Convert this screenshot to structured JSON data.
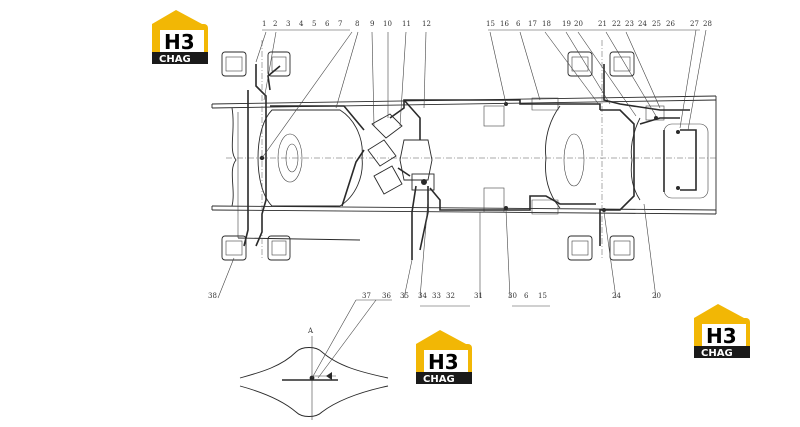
{
  "logos": [
    {
      "id": "logo-top-left",
      "main": "H3",
      "sub": "CHAG"
    },
    {
      "id": "logo-center",
      "main": "H3",
      "sub": "CHAG"
    },
    {
      "id": "logo-right",
      "main": "H3",
      "sub": "CHAG"
    }
  ],
  "callouts_top": [
    "1",
    "2",
    "3",
    "4",
    "5",
    "6",
    "7",
    "8",
    "9",
    "10",
    "11",
    "12",
    "15",
    "16",
    "6",
    "17",
    "18",
    "19",
    "20",
    "21",
    "22",
    "23",
    "24",
    "25",
    "26",
    "27",
    "28"
  ],
  "callouts_bottom": [
    "38",
    "35",
    "34",
    "33",
    "32",
    "31",
    "30",
    "6",
    "15",
    "24",
    "20"
  ],
  "detail_callouts": [
    "37",
    "36"
  ],
  "detail_axis_label": "A"
}
